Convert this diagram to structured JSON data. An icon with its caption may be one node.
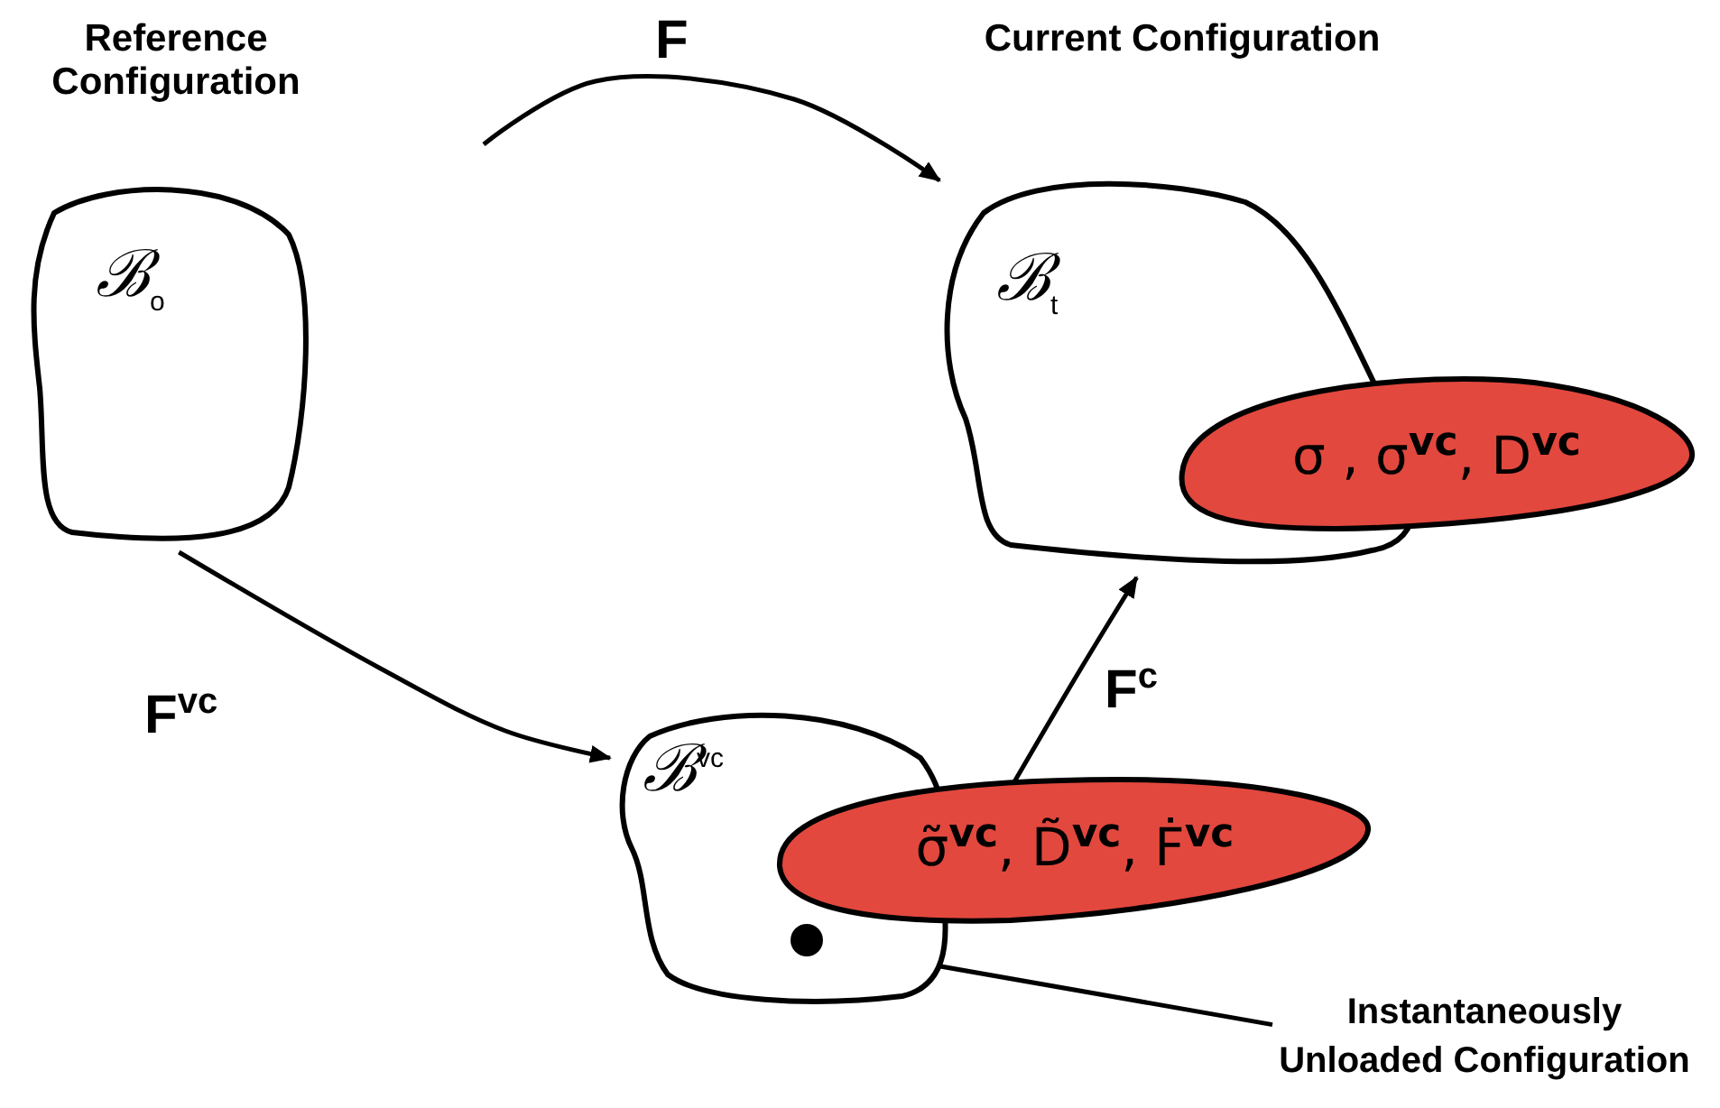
{
  "diagram": {
    "nodes": [
      {
        "text": [
          "Reference Configuration",
          "ℬ$_{o}$"
        ]
      },
      {
        "text": [
          "Current Configuration",
          "ℬ$_{t}$"
        ]
      },
      {
        "text": [
          "σ , σ$^{vc}$, D$^{vc}$"
        ]
      },
      {
        "text": [
          "ℬ$^{vc}$"
        ]
      },
      {
        "text": [
          "σ̃$^{vc}$, D̃$^{vc}$, Ḟ$^{vc}$"
        ]
      },
      {
        "text": [],
        "shape": "circle",
        "in": 3
      },
      {
        "text": [
          "Instantaneously Unloaded Configuration"
        ]
      }
    ],
    "edges": [
      {
        "from": null,
        "to": 1,
        "arrow": "to",
        "label": "F"
      },
      {
        "from": 0,
        "to": 3,
        "arrow": "to",
        "label": "F$^{vc}$"
      },
      {
        "from": 4,
        "to": 1,
        "arrow": "to",
        "label": "F$^{c}$"
      },
      {
        "from": 6,
        "to": 5,
        "arrow": "none"
      }
    ]
  }
}
